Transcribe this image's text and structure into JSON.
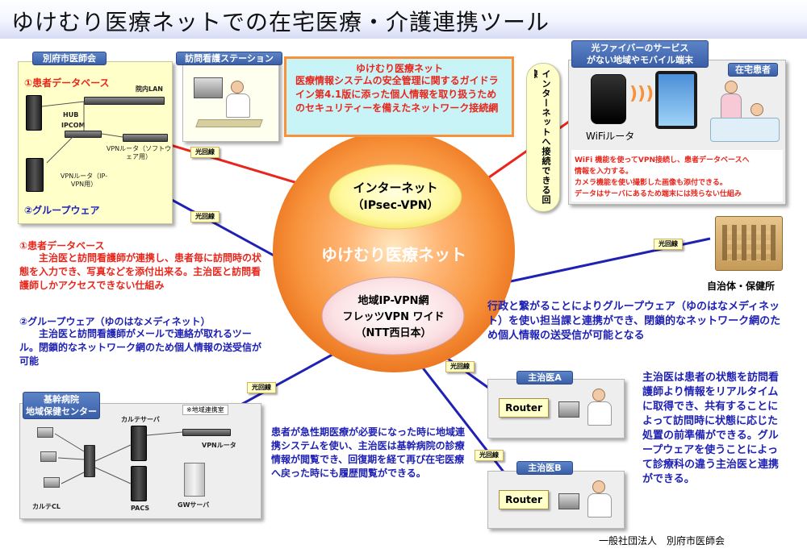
{
  "title": "ゆけむり医療ネットでの在宅医療・介護連携ツール",
  "center": {
    "internet_label": "インターネット",
    "internet_sub": "（IPsec-VPN）",
    "network_name": "ゆけむり医療ネット",
    "vpn_lines": [
      "地域IP-VPN網",
      "フレッツVPN ワイド",
      "（NTT西日本）"
    ]
  },
  "beppu": {
    "tag": "別府市医師会",
    "db_label": "①患者データベース",
    "lan_label": "院内LAN",
    "hub_label": "HUB",
    "ipcom_label": "IPCOM",
    "vpn_sw_label": "VPNルータ（ソフトウェア用）",
    "vpn_ip_label": "VPNルータ（IP-VPN用）",
    "groupware_label": "②グループウェア"
  },
  "visiting": {
    "tag": "訪問看護ステーション"
  },
  "info_box": {
    "title": "ゆけむり医療ネット",
    "body": "医療情報システムの安全管理に関するガイドライン第4.1版に添った個人情報を取り扱うためのセキュリティーを備えたネットワーク接続網"
  },
  "internet_vertical": "インターネットへ接続できる回線",
  "home": {
    "tag_line1": "光ファイバーのサービス",
    "tag_line2": "がない地域やモバイル端末",
    "patient_tag": "在宅患者",
    "wifi_label": "WiFiルータ",
    "desc": [
      "WiFi 機能を使ってVPN接続し、患者データベースへ",
      "情報を入力する。",
      "カメラ機能を使い撮影した画像も添付できる。",
      "データはサーバにあるため端末には残らない仕組み"
    ]
  },
  "hikari_label": "光回線",
  "gov": {
    "label": "自治体・保健所",
    "text": "行政と繋がることによりグループウェア（ゆのはなメディネット）を使い担当課と連携ができ、閉鎖的なネットワーク網のため個人情報の送受信が可能となる"
  },
  "desc_db": {
    "title": "①患者データベース",
    "body": "主治医と訪問看護師が連携し、患者毎に訪問時の状態を入力でき、写真などを添付出来る。主治医と訪問看護師しかアクセスできない仕組み"
  },
  "desc_gw": {
    "title": "②グループウェア（ゆのはなメディネット）",
    "body": "主治医と訪問看護師がメールで連絡が取れるツール。閉鎖的なネットワーク網のため個人情報の送受信が可能"
  },
  "hospital": {
    "tag_line1": "基幹病院",
    "tag_line2": "地域保健センター",
    "room_label": "※地域連携室",
    "karte_server": "カルテサーバ",
    "vpn_router": "VPNルータ",
    "karte_cl": "カルテCL",
    "pacs": "PACS",
    "gw_server": "GWサーバ"
  },
  "hospital_text": "患者が急性期医療が必要になった時に地域連携システムを使い、主治医は基幹病院の診療情報が閲覧でき、回復期を経て再び在宅医療へ戻った時にも履歴閲覧ができる。",
  "doctor_a": {
    "tag": "主治医A",
    "router": "Router"
  },
  "doctor_b": {
    "tag": "主治医B",
    "router": "Router"
  },
  "doctor_text": "主治医は患者の状態を訪問看護師より情報をリアルタイムに取得でき、共有することによって訪問時に状態に応じた処置の前準備ができる。グループウェアを使うことによって診療科の違う主治医と連携ができる。",
  "footer": "一般社団法人　別府市医師会",
  "colors": {
    "red": "#e8261c",
    "blue": "#1f21b5",
    "orange": "#f7923a"
  }
}
